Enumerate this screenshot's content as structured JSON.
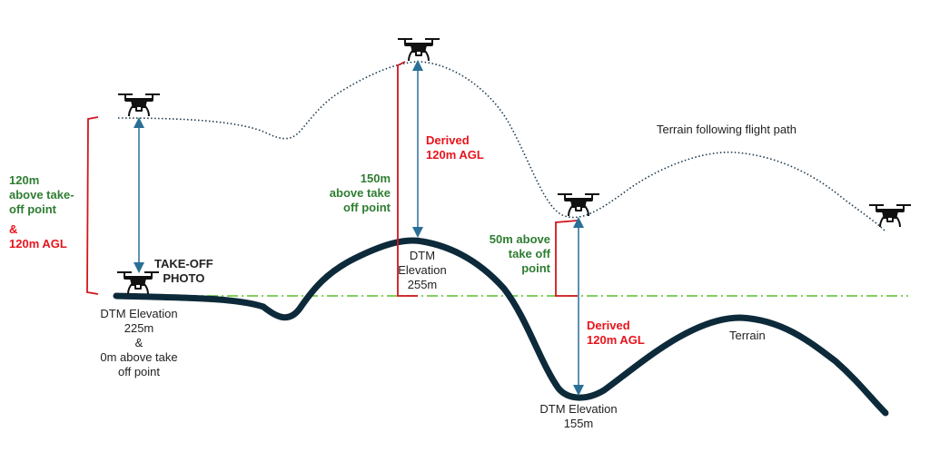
{
  "labels": {
    "left_green": [
      "120m",
      "above take-",
      "off point"
    ],
    "left_amp": "&",
    "left_red": "120m AGL",
    "takeoff": [
      "TAKE-OFF",
      "PHOTO"
    ],
    "dtm_left": [
      "DTM Elevation",
      "225m",
      "&",
      "0m above take",
      "off point"
    ],
    "mid_green": [
      "150m",
      "above take",
      "off point"
    ],
    "mid_red": [
      "Derived",
      "120m AGL"
    ],
    "dtm_mid": [
      "DTM",
      "Elevation",
      "255m"
    ],
    "right_green": [
      "50m above",
      "take off",
      "point"
    ],
    "right_red": [
      "Derived",
      "120m AGL"
    ],
    "dtm_right": [
      "DTM Elevation",
      "155m"
    ],
    "flight_path": "Terrain following flight path",
    "terrain": "Terrain"
  },
  "colors": {
    "terrain": "#0d2a3a",
    "path": "#1d3a4e",
    "bracket": "#d0161e",
    "arrow": "#2a6f97",
    "baseline": "#5cbf2a"
  }
}
